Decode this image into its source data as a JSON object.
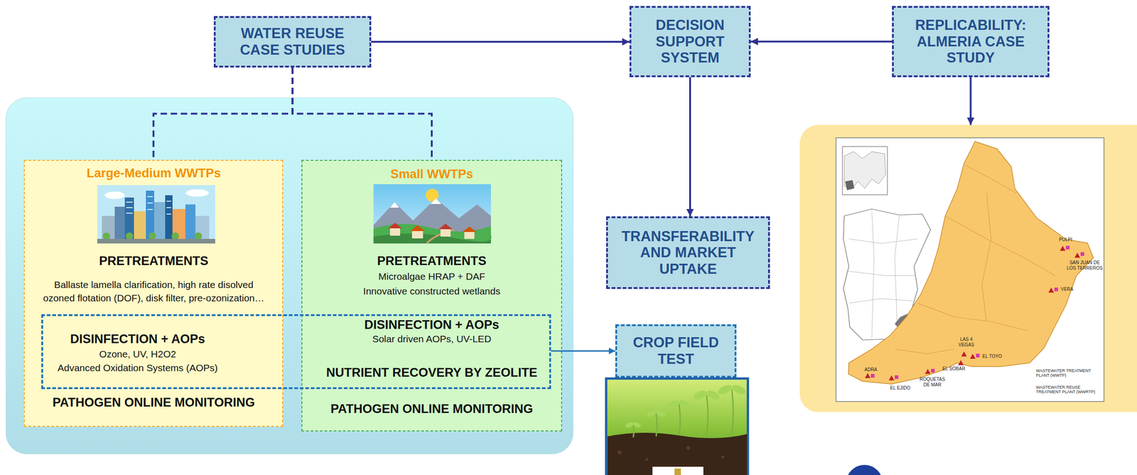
{
  "diagram": {
    "nodes": [
      {
        "text": [
          "WATER REUSE CASE STUDIES"
        ]
      },
      {
        "text": [
          "DECISION SUPPORT SYSTEM"
        ]
      },
      {
        "text": [
          "REPLICABILITY: ALMERIA CASE STUDY"
        ]
      },
      {
        "text": [
          "Large-Medium WWTPs",
          "PRETREATMENTS",
          "Ballaste lamella clarification, high rate disolved ozoned flotation (DOF), disk filter, pre-ozonization…",
          "PATHOGEN ONLINE MONITORING"
        ]
      },
      {
        "text": [
          "Small WWTPs",
          "PRETREATMENTS",
          "Microalgae HRAP + DAF",
          "Innovative constructed wetlands",
          "PATHOGEN ONLINE MONITORING"
        ]
      },
      {
        "text": [
          "DISINFECTION + AOPs",
          "Ozone, UV, H2O2",
          "Advanced Oxidation Systems (AOPs)",
          "DISINFECTION + AOPs",
          "Solar driven AOPs, UV-LED",
          "NUTRIENT RECOVERY BY ZEOLITE"
        ]
      },
      {
        "text": [
          "TRANSFERABILITY AND MARKET UPTAKE"
        ]
      },
      {
        "text": [
          "CROP FIELD TEST"
        ]
      },
      {
        "text": [
          "PULPI",
          "SAN JUAN DE LOS TERREROS",
          "VERA",
          "LAS 4 VEGAS",
          "EL TOYO",
          "EL SOBAR",
          "ROQUETAS DE MAR",
          "EL EJIDO",
          "ADRA"
        ]
      }
    ],
    "edges": [
      {
        "from": 0,
        "to": 1,
        "arrow": "to"
      },
      {
        "from": 2,
        "to": 1,
        "arrow": "to"
      },
      {
        "from": 0,
        "to": 3,
        "arrow": "none"
      },
      {
        "from": 0,
        "to": 4,
        "arrow": "none"
      },
      {
        "from": 1,
        "to": 6,
        "arrow": "to"
      },
      {
        "from": 2,
        "to": 8,
        "arrow": "to"
      },
      {
        "from": 5,
        "to": 7,
        "arrow": "to"
      }
    ],
    "legend": [
      {
        "text": "WASTEWATER TREATMENT PLANT (WWTP)"
      },
      {
        "text": "WASTEWATER REUSE TREATMENT PLANT (WWRTP)"
      }
    ]
  }
}
